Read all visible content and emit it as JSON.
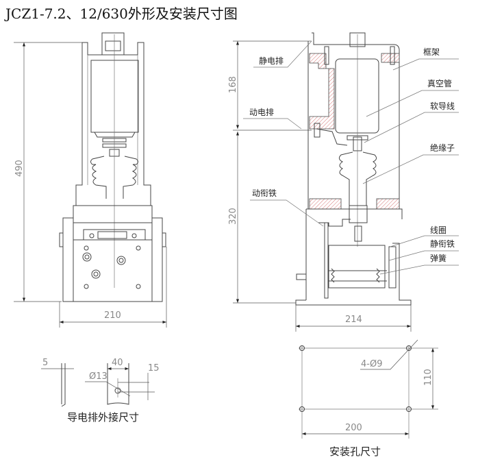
{
  "title": "JCZ1-7.2、12/630外形及安装尺寸图",
  "front_view": {
    "height_dim": "490",
    "width_dim": "210"
  },
  "side_view": {
    "upper_dim": "168",
    "lower_dim": "320",
    "width_dim": "214",
    "labels": {
      "static_busbar": "静电排",
      "frame": "框架",
      "vacuum_tube": "真空管",
      "soft_conductor": "软导线",
      "moving_busbar": "动电排",
      "insulator": "绝缘子",
      "moving_armature": "动衔铁",
      "coil": "线圈",
      "static_armature": "静衔铁",
      "spring": "弹簧"
    }
  },
  "busbar_detail": {
    "thickness": "5",
    "width": "40",
    "hole": "Ø13",
    "hole_offset": "15",
    "caption": "导电排外接尺寸"
  },
  "mounting_detail": {
    "holes": "4-Ø9",
    "height": "110",
    "width": "200",
    "caption": "安装孔尺寸"
  }
}
